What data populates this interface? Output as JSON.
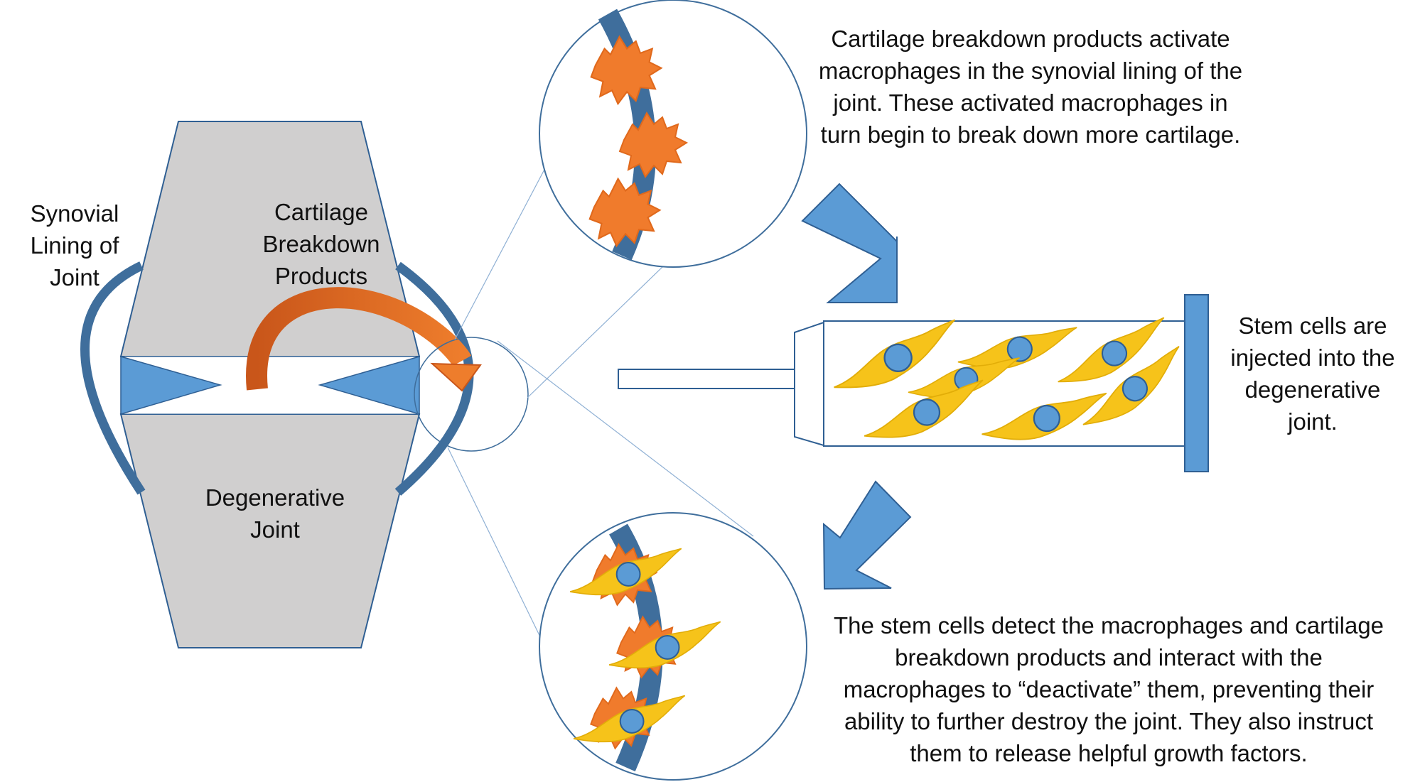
{
  "labels": {
    "synovial": [
      "Synovial",
      "Lining of",
      "Joint"
    ],
    "cartilage": [
      "Cartilage",
      "Breakdown",
      "Products"
    ],
    "degenerative": [
      "Degenerative",
      "Joint"
    ],
    "step1": [
      "Cartilage breakdown products activate",
      "macrophages in the synovial lining of the",
      "joint. These activated macrophages in",
      "turn begin to break down more cartilage."
    ],
    "step2": [
      "Stem cells are",
      "injected into the",
      "degenerative",
      "joint."
    ],
    "step3": [
      "The stem cells detect the macrophages and cartilage",
      "breakdown products and interact with the",
      "macrophages to “deactivate” them, preventing their",
      "ability to further destroy the joint. They also instruct",
      "them to release helpful growth factors."
    ]
  },
  "colors": {
    "joint_fill": "#d0cfcf",
    "blue": "#5b9bd5",
    "lining": "#3f6e9c",
    "macrophage": "#f07b2c",
    "stem_cell": "#f6c31a",
    "arrow_orange": "#e46c1e"
  }
}
